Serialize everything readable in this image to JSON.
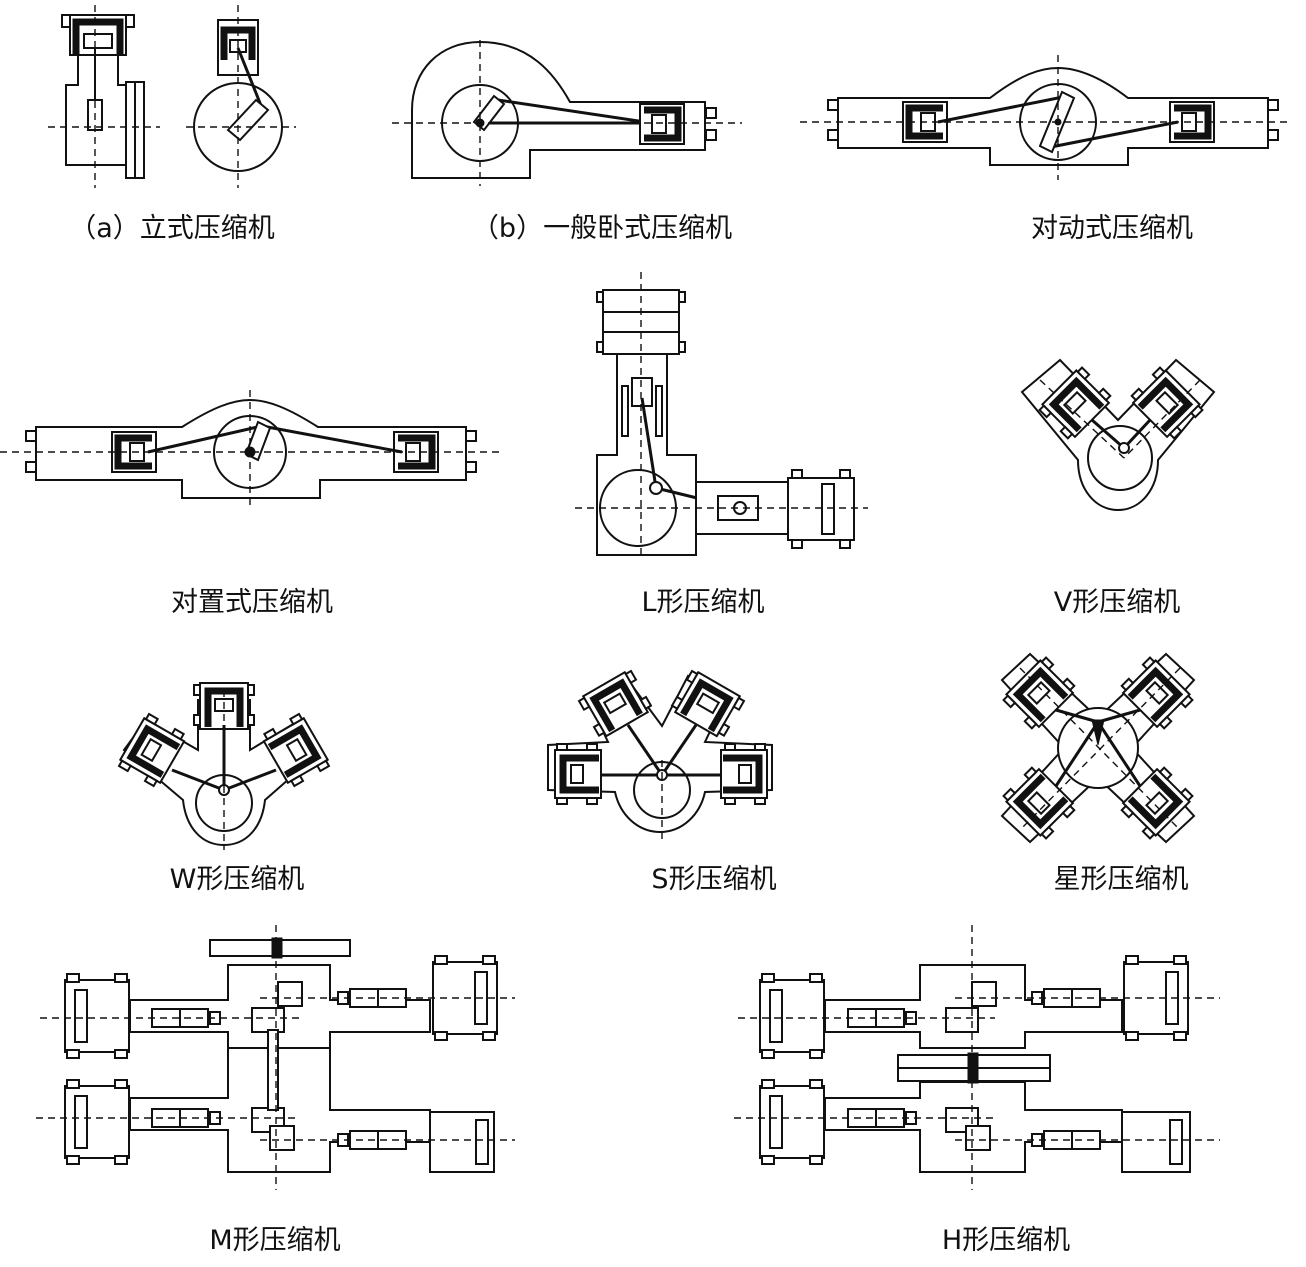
{
  "captions": {
    "vertical": "（a）立式压缩机",
    "horizontal": "（b）一般卧式压缩机",
    "opposed": "对动式压缩机",
    "counter": "对置式压缩机",
    "l_type": "L形压缩机",
    "v_type": "V形压缩机",
    "w_type": "W形压缩机",
    "s_type": "S形压缩机",
    "star_type": "星形压缩机",
    "m_type": "M形压缩机",
    "h_type": "H形压缩机"
  },
  "colors": {
    "line": "#111111",
    "background": "#ffffff"
  }
}
